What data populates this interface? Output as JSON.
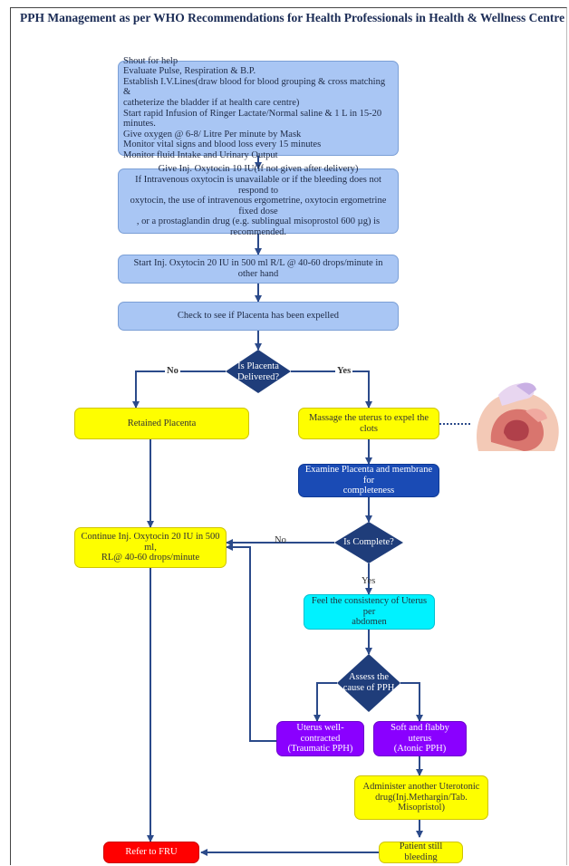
{
  "title": "PPH Management as per WHO Recommendations for Health Professionals in Health & Wellness Centre",
  "colors": {
    "process_blue": "#a9c6f4",
    "decision_navy": "#1f3d7a",
    "yellow": "#fefe00",
    "cyan": "#00f2ff",
    "navy_box": "#1a4bb5",
    "purple": "#8a00ff",
    "red": "#ff0000",
    "arrow": "#2b4a8a"
  },
  "nodes": {
    "initial_steps": [
      "Shout for help",
      "Evaluate Pulse, Respiration & B.P.",
      "Establish I.V.Lines(draw blood for blood grouping & cross matching &",
      "catheterize the bladder if at health care centre)",
      "Start rapid Infusion of Ringer Lactate/Normal saline & 1 L in 15-20 minutes.",
      "Give oxygen @ 6-8/ Litre Per minute by Mask",
      "Monitor vital signs and blood loss every 15 minutes",
      "Monitor fluid Intake and Urinary Output"
    ],
    "oxytocin_10": [
      "Give Inj. Oxytocin 10 IU(If not given after delivery)",
      "If Intravenous oxytocin is unavailable or if the bleeding does not respond to",
      "oxytocin, the use of intravenous ergometrine, oxytocin ergometrine fixed dose",
      ", or a prostaglandin drug (e.g. sublingual misoprostol 600 µg) is",
      "recommended."
    ],
    "oxytocin_20": "Start Inj. Oxytocin 20 IU in 500 ml R/L @ 40-60 drops/minute in other hand",
    "check_placenta": "Check to see if Placenta has been expelled",
    "decision_placenta": [
      "Is Placenta",
      "Delivered?"
    ],
    "label_no": "No",
    "label_yes": "Yes",
    "retained_placenta": "Retained Placenta",
    "massage_uterus": "Massage the uterus to expel the clots",
    "examine_placenta": [
      "Examine Placenta and membrane for",
      "completeness"
    ],
    "decision_complete": "Is Complete?",
    "label_no_2": "No",
    "label_yes_2": "Yes",
    "continue_oxytocin": [
      "Continue Inj. Oxytocin 20 IU in 500 ml,",
      "RL@ 40-60 drops/minute"
    ],
    "feel_uterus": [
      "Feel the consistency of Uterus per",
      "abdomen"
    ],
    "decision_cause": [
      "Assess the",
      "cause of PPH"
    ],
    "uterus_contracted": [
      "Uterus well-contracted",
      "(Traumatic PPH)"
    ],
    "soft_uterus": [
      "Soft and flabby uterus",
      "(Atonic PPH)"
    ],
    "administer_uterotonic": [
      "Administer another Uterotonic",
      "drug(Inj.Methargin/Tab.",
      "Misopristol)"
    ],
    "still_bleeding": "Patient still bleeding",
    "refer_fru": "Refer to FRU"
  },
  "illustration": {
    "name": "uterine-massage-illustration"
  }
}
